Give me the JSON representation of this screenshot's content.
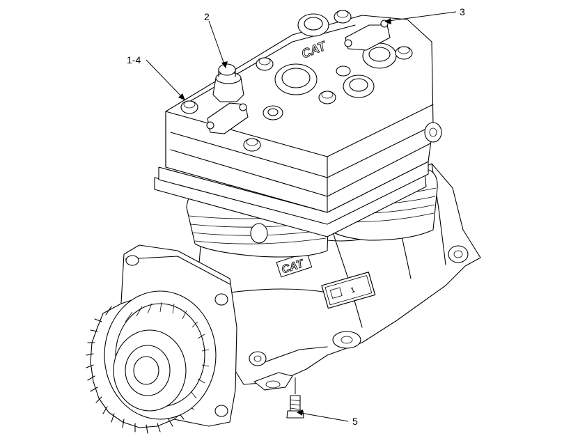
{
  "callouts": {
    "c1": "1-4",
    "c2": "2",
    "c3": "3",
    "c5": "5"
  },
  "logos": {
    "head": "CAT",
    "crankcase": "CAT"
  },
  "plate": {
    "text": "1"
  },
  "colors": {
    "line": "#000000",
    "background": "#ffffff"
  }
}
